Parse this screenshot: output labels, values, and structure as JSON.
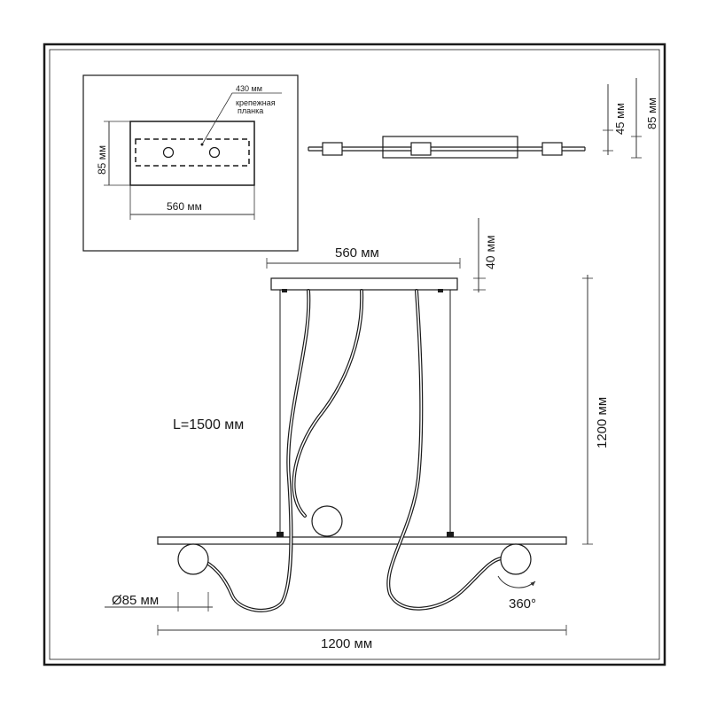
{
  "inset": {
    "label_width_430": "430 мм",
    "label_bracket_line1": "крепежная",
    "label_bracket_line2": "планка",
    "label_height_85": "85 мм",
    "label_width_560": "560 мм"
  },
  "side_view": {
    "label_45": "45 мм",
    "label_85": "85 мм"
  },
  "main_view": {
    "label_top_width": "560 мм",
    "label_canopy_height": "40 мм",
    "label_cable_length": "L=1500 мм",
    "label_total_height": "1200 мм",
    "label_shade_diameter": "Ø85 мм",
    "label_rotation": "360°",
    "label_bar_width": "1200 мм"
  },
  "colors": {
    "line": "#1a1a1a",
    "frame": "#1a1a1a",
    "background": "#ffffff"
  }
}
